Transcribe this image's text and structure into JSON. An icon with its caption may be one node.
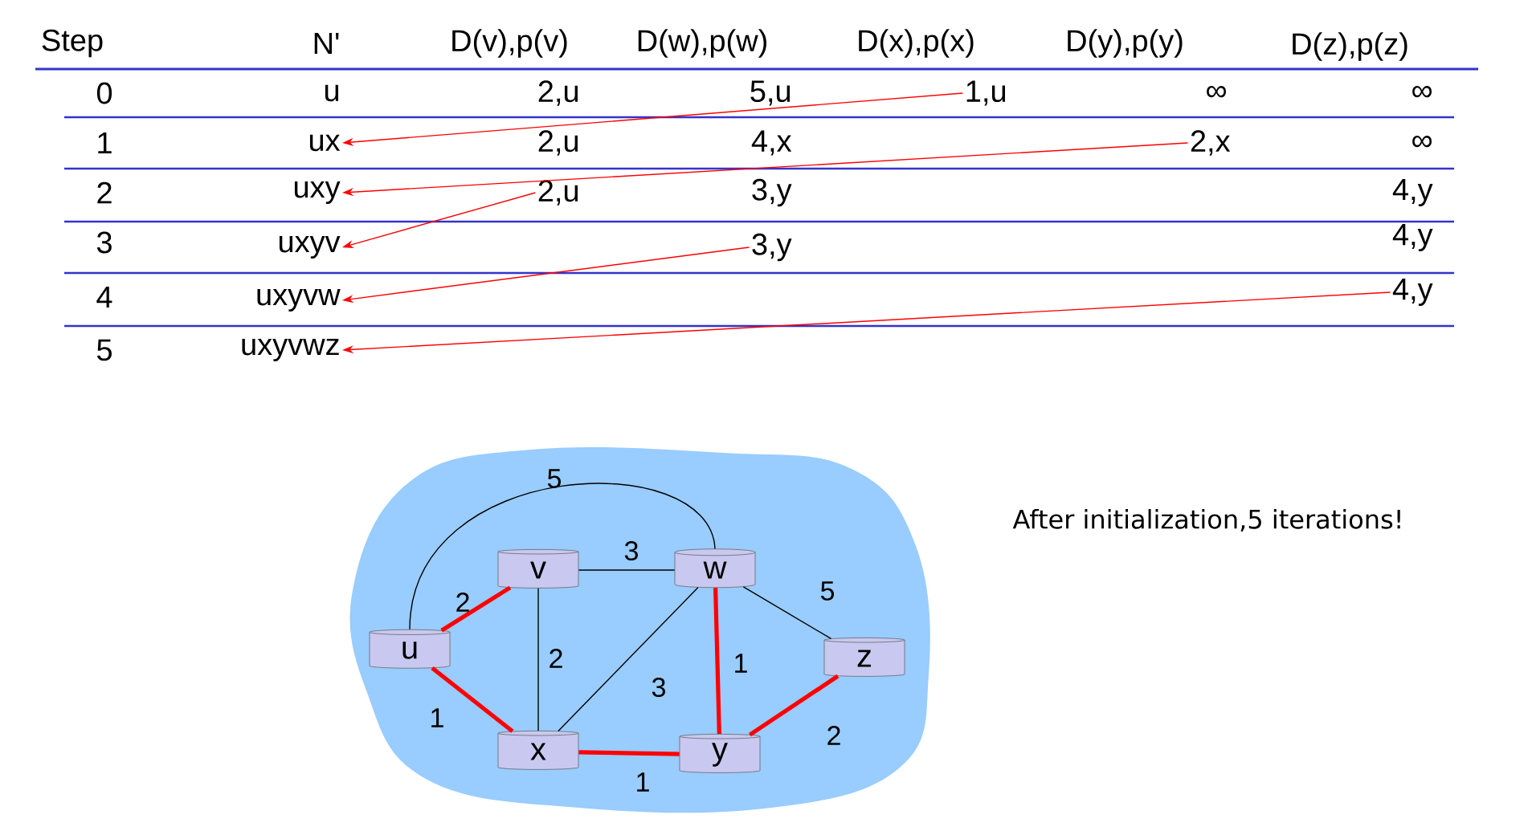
{
  "diagram": {
    "nodes": [
      {
        "text": [
          "1,u"
        ]
      },
      {
        "text": [
          "ux"
        ]
      },
      {
        "text": [
          "2,x"
        ]
      },
      {
        "text": [
          "uxy"
        ]
      },
      {
        "text": [
          "2,u"
        ]
      },
      {
        "text": [
          "uxyv"
        ]
      },
      {
        "text": [
          "3,y"
        ]
      },
      {
        "text": [
          "uxyvw"
        ]
      },
      {
        "text": [
          "4,y"
        ]
      },
      {
        "text": [
          "uxyvwz"
        ]
      },
      {
        "text": [],
        "shape": "cloud"
      },
      {
        "text": [
          "v"
        ],
        "in": 10
      },
      {
        "text": [
          "w"
        ],
        "in": 10
      },
      {
        "text": [
          "u"
        ],
        "in": 10
      },
      {
        "text": [
          "z"
        ],
        "in": 10
      },
      {
        "text": [
          "x"
        ],
        "in": 10
      },
      {
        "text": [
          "y"
        ],
        "in": 10
      }
    ],
    "edges": [
      {
        "from": 0,
        "to": 1,
        "arrow": "to",
        "color": "#ff0000"
      },
      {
        "from": 2,
        "to": 3,
        "arrow": "to",
        "color": "#ff0000"
      },
      {
        "from": 4,
        "to": 5,
        "arrow": "to",
        "color": "#ff0000"
      },
      {
        "from": 6,
        "to": 7,
        "arrow": "to",
        "color": "#ff0000"
      },
      {
        "from": 8,
        "to": 9,
        "arrow": "to",
        "color": "#ff0000"
      },
      {
        "from": 13,
        "to": 12,
        "arrow": "none",
        "label": "5",
        "color": "#000000"
      },
      {
        "from": 11,
        "to": 12,
        "arrow": "none",
        "label": "3",
        "color": "#000000"
      },
      {
        "from": 13,
        "to": 11,
        "arrow": "none",
        "label": "2",
        "style": "thick",
        "color": "#ff0000"
      },
      {
        "from": 11,
        "to": 15,
        "arrow": "none",
        "label": "2",
        "color": "#000000"
      },
      {
        "from": 12,
        "to": 14,
        "arrow": "none",
        "label": "5",
        "color": "#000000"
      },
      {
        "from": 15,
        "to": 12,
        "arrow": "none",
        "label": "3",
        "color": "#000000"
      },
      {
        "from": 12,
        "to": 16,
        "arrow": "none",
        "label": "1",
        "style": "thick",
        "color": "#ff0000"
      },
      {
        "from": 13,
        "to": 15,
        "arrow": "none",
        "label": "1",
        "style": "thick",
        "color": "#ff0000"
      },
      {
        "from": 15,
        "to": 16,
        "arrow": "none",
        "label": "1",
        "style": "thick",
        "color": "#ff0000"
      },
      {
        "from": 16,
        "to": 14,
        "arrow": "none",
        "label": "2",
        "style": "thick",
        "color": "#ff0000"
      }
    ],
    "labels": [
      "Step",
      "N'",
      "D(v),p(v)",
      "D(w),p(w)",
      "D(x),p(x)",
      "D(y),p(y)",
      "D(z),p(z)",
      "0",
      "u",
      "2,u",
      "5,u",
      "∞",
      "∞",
      "1",
      "2,u",
      "4,x",
      "∞",
      "2",
      "3,y",
      "4,y",
      "3",
      "4,y",
      "4",
      "5",
      "After initialization,5 iterations!"
    ]
  }
}
